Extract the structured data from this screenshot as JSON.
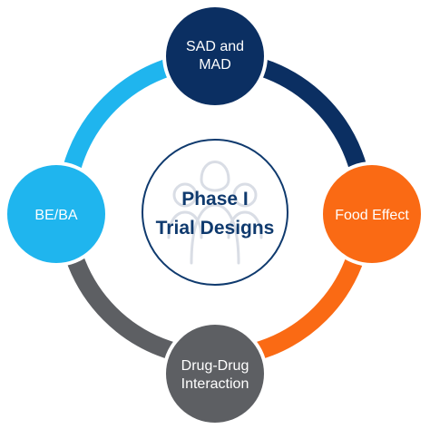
{
  "diagram": {
    "center": {
      "line1": "Phase I",
      "line2": "Trial Designs"
    },
    "nodes": [
      {
        "id": "sad-mad",
        "lines": [
          "SAD and",
          "MAD"
        ],
        "color": "#0b2f62"
      },
      {
        "id": "food-effect",
        "lines": [
          "Food Effect"
        ],
        "color": "#fa6a14"
      },
      {
        "id": "ddi",
        "lines": [
          "Drug-Drug",
          "Interaction"
        ],
        "color": "#5d5f63"
      },
      {
        "id": "be-ba",
        "lines": [
          "BE/BA"
        ],
        "color": "#1fb5ee"
      }
    ],
    "arc_colors": {
      "top_right": "#0b2f62",
      "bottom_right": "#fa6a14",
      "bottom_left": "#5d5f63",
      "top_left": "#1fb5ee"
    },
    "center_ring_color": "#0f3a6e",
    "icon": "people-group-icon"
  }
}
